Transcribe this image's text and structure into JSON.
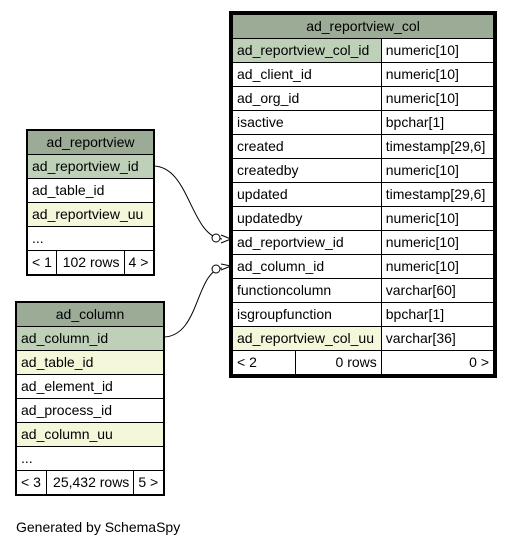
{
  "tables": {
    "ad_reportview": {
      "name": "ad_reportview",
      "columns": [
        {
          "name": "ad_reportview_id",
          "kind": "pk"
        },
        {
          "name": "ad_table_id",
          "kind": "plain"
        },
        {
          "name": "ad_reportview_uu",
          "kind": "fk"
        },
        {
          "name": "...",
          "kind": "plain"
        }
      ],
      "footer": {
        "left": "< 1",
        "mid": "102 rows",
        "right": "4 >"
      }
    },
    "ad_column": {
      "name": "ad_column",
      "columns": [
        {
          "name": "ad_column_id",
          "kind": "pk"
        },
        {
          "name": "ad_table_id",
          "kind": "fk"
        },
        {
          "name": "ad_element_id",
          "kind": "plain"
        },
        {
          "name": "ad_process_id",
          "kind": "plain"
        },
        {
          "name": "ad_column_uu",
          "kind": "fk"
        },
        {
          "name": "...",
          "kind": "plain"
        }
      ],
      "footer": {
        "left": "< 3",
        "mid": "25,432 rows",
        "right": "5 >"
      }
    },
    "ad_reportview_col": {
      "name": "ad_reportview_col",
      "columns": [
        {
          "name": "ad_reportview_col_id",
          "type": "numeric[10]",
          "kind": "pk"
        },
        {
          "name": "ad_client_id",
          "type": "numeric[10]",
          "kind": "plain"
        },
        {
          "name": "ad_org_id",
          "type": "numeric[10]",
          "kind": "plain"
        },
        {
          "name": "isactive",
          "type": "bpchar[1]",
          "kind": "plain"
        },
        {
          "name": "created",
          "type": "timestamp[29,6]",
          "kind": "plain"
        },
        {
          "name": "createdby",
          "type": "numeric[10]",
          "kind": "plain"
        },
        {
          "name": "updated",
          "type": "timestamp[29,6]",
          "kind": "plain"
        },
        {
          "name": "updatedby",
          "type": "numeric[10]",
          "kind": "plain"
        },
        {
          "name": "ad_reportview_id",
          "type": "numeric[10]",
          "kind": "plain"
        },
        {
          "name": "ad_column_id",
          "type": "numeric[10]",
          "kind": "plain"
        },
        {
          "name": "functioncolumn",
          "type": "varchar[60]",
          "kind": "plain"
        },
        {
          "name": "isgroupfunction",
          "type": "bpchar[1]",
          "kind": "plain"
        },
        {
          "name": "ad_reportview_col_uu",
          "type": "varchar[36]",
          "kind": "fk"
        }
      ],
      "footer": {
        "left": "< 2",
        "mid": "0 rows",
        "right": "0 >"
      }
    }
  },
  "footer_text": "Generated by SchemaSpy"
}
